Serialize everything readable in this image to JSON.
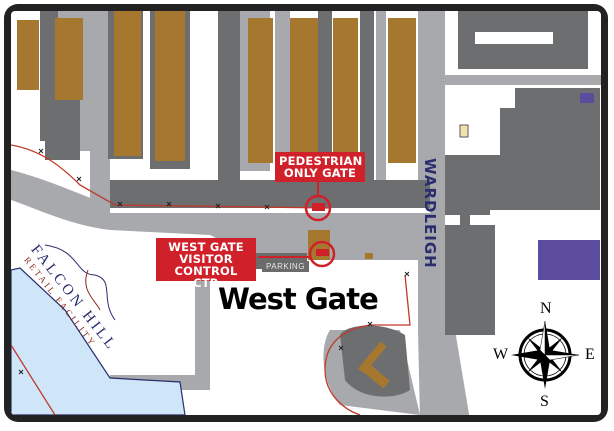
{
  "map": {
    "title": "West Gate",
    "street_label": "WARDLEIGH",
    "callouts": [
      {
        "id": "pedestrian-gate",
        "lines": [
          "PEDESTRIAN",
          "ONLY GATE"
        ]
      },
      {
        "id": "visitor-control",
        "lines": [
          "WEST GATE",
          "VISITOR",
          "CONTROL CTR"
        ]
      }
    ],
    "parking_label": "PARKING",
    "facility": {
      "name": "FALCON HILL",
      "subtitle": "RETAIL FACILITY"
    },
    "compass": {
      "n": "N",
      "s": "S",
      "e": "E",
      "w": "W"
    },
    "colors": {
      "frame": "#222222",
      "road": "#a7a9ac",
      "building_dark": "#6d6e70",
      "building_brown": "#a6772f",
      "callout_red": "#d0202a",
      "water": "#cfe6f8",
      "purple_building": "#5b4c9e",
      "street_text": "#2a2d6e",
      "fence_line": "#c0392b"
    }
  }
}
